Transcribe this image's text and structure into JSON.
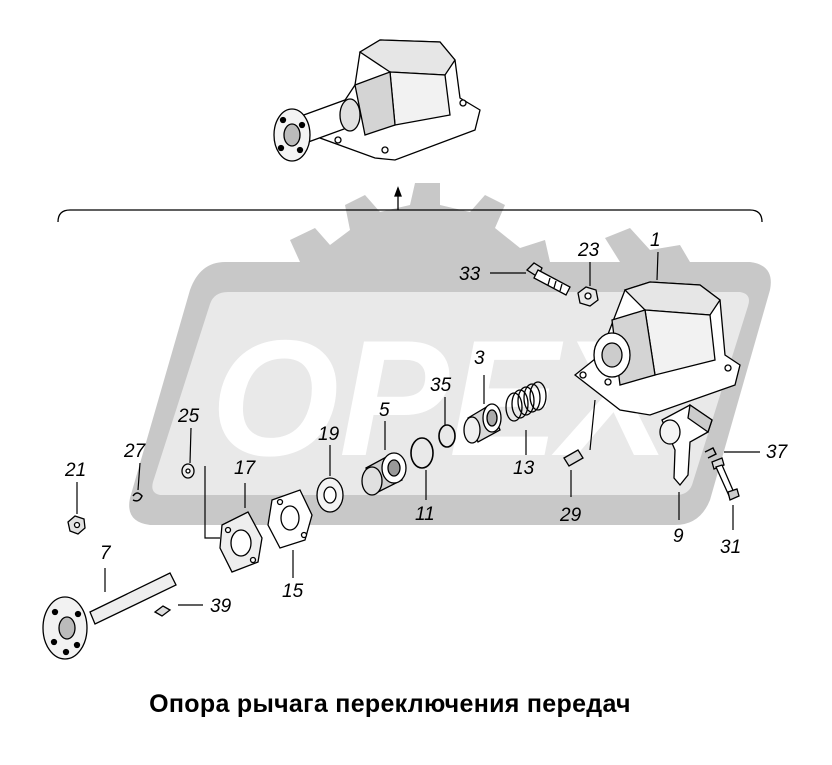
{
  "watermark": {
    "text": "OPEX",
    "color": "#c8c8c8"
  },
  "callouts": {
    "c1": "1",
    "c3": "3",
    "c5": "5",
    "c7": "7",
    "c9": "9",
    "c11": "11",
    "c13": "13",
    "c15": "15",
    "c17": "17",
    "c19": "19",
    "c21": "21",
    "c23": "23",
    "c25": "25",
    "c27": "27",
    "c29": "29",
    "c31": "31",
    "c33": "33",
    "c35": "35",
    "c37": "37",
    "c39": "39"
  },
  "caption": "Опора рычага переключения передач"
}
